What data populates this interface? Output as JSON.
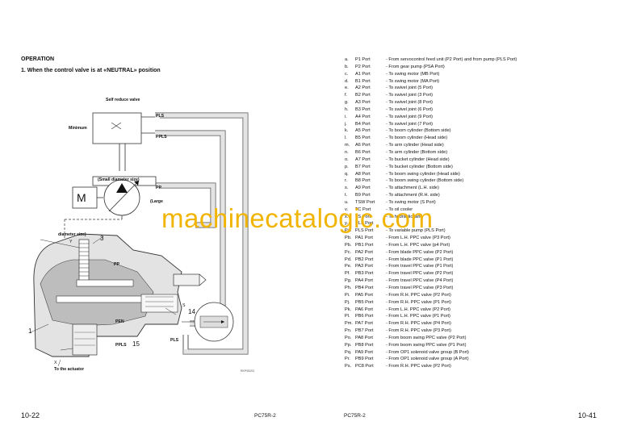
{
  "left": {
    "heading": "OPERATION",
    "subheading": "1.  When the control valve is at «NEUTRAL» position",
    "labels": {
      "self_reduce_valve": "Self reduce valve",
      "minimum": "Minimum",
      "pls_top": "PLS",
      "ppls": "PPLS",
      "small_diameter": "(Small diameter size)",
      "pp_top": "PP",
      "large": "(Large",
      "motor": "M",
      "diameter_size": "diameter size)",
      "y": "Y",
      "three": "3",
      "pp_mid": "PP",
      "pen": "PEN",
      "ppls_bottom": "PPLS",
      "fifteen": "15",
      "pls_bottom": "PLS",
      "fourteen": "14",
      "one": "1",
      "x": "X",
      "to_actuator": "To the actuator",
      "s": "S",
      "figure_code": "RKP05203"
    },
    "footer_page": "10-22",
    "footer_model": "PC75R-2"
  },
  "right": {
    "ports": [
      {
        "letter": "a.",
        "port": "P1 Port",
        "desc": "- From servocontrol feed unit (P2 Port) and from pump (PLS Port)"
      },
      {
        "letter": "b.",
        "port": "P2 Port",
        "desc": "- From gear pump (PSA Port)"
      },
      {
        "letter": "c.",
        "port": "A1 Port",
        "desc": "- To swing motor (MB Port)"
      },
      {
        "letter": "d.",
        "port": "B1 Port",
        "desc": "- To swing motor (MA Port)"
      },
      {
        "letter": "e.",
        "port": "A2 Port",
        "desc": "- To swivel joint (5 Port)"
      },
      {
        "letter": "f.",
        "port": "B2 Port",
        "desc": "- To swivel joint  (3 Port)"
      },
      {
        "letter": "g.",
        "port": "A3 Port",
        "desc": "- To swivel joint  (8 Port)"
      },
      {
        "letter": "h.",
        "port": "B3 Port",
        "desc": "- To swivel joint  (6 Port)"
      },
      {
        "letter": "i.",
        "port": "A4 Port",
        "desc": "- To swivel joint  (9 Port)"
      },
      {
        "letter": "j.",
        "port": "B4 Port",
        "desc": "- To swivel joint  (7 Port)"
      },
      {
        "letter": "k.",
        "port": "A5 Port",
        "desc": "- To boom cylinder (Bottom side)"
      },
      {
        "letter": "l.",
        "port": "B5 Port",
        "desc": "- To boom cylinder (Head side)"
      },
      {
        "letter": "m.",
        "port": "A6 Port",
        "desc": "- To arm cylinder (Head side)"
      },
      {
        "letter": "n.",
        "port": "B6 Port",
        "desc": "- To arm cylinder (Bottom side)"
      },
      {
        "letter": "o.",
        "port": "A7 Port",
        "desc": "- To bucket cylinder (Head side)"
      },
      {
        "letter": "p.",
        "port": "B7 Port",
        "desc": "- To bucket cylinder (Bottom side)"
      },
      {
        "letter": "q.",
        "port": "A8 Port",
        "desc": "- To boom swing cylinder (Head side)"
      },
      {
        "letter": "r.",
        "port": "B8 Port",
        "desc": "- To boom swing cylinder (Bottom side)"
      },
      {
        "letter": "s.",
        "port": "A9 Port",
        "desc": "- To attachment (L.H. side)"
      },
      {
        "letter": "t.",
        "port": "B9 Port",
        "desc": "- To attachment (R.H. side)"
      },
      {
        "letter": "u.",
        "port": "TSW Port",
        "desc": "- To swing motor (S Port)"
      },
      {
        "letter": "v.",
        "port": "TC Port",
        "desc": "- To oil cooler"
      },
      {
        "letter": "x.",
        "port": "TS Port",
        "desc": "- To hydraulic tank"
      },
      {
        "letter": "y.",
        "port": "PLS Port",
        "desc": ""
      },
      {
        "letter": "Pa.",
        "port": "PLS Port",
        "desc": "- To variable pump (PLS Port)"
      },
      {
        "letter": "Pb.",
        "port": "PA1 Port",
        "desc": "- From L.H. PPC valve (P3 Port)"
      },
      {
        "letter": "Pb.",
        "port": "PB1 Port",
        "desc": "- From L.H. PPC valve (p4 Port)"
      },
      {
        "letter": "Pc.",
        "port": "PA2 Port",
        "desc": "- From blade PPC valve (P2 Port)"
      },
      {
        "letter": "Pd.",
        "port": "PB2 Port",
        "desc": "- From blade PPC valve (P1 Port)"
      },
      {
        "letter": "Pe.",
        "port": "PA3 Port",
        "desc": "- From travel PPC valve (P1 Port)"
      },
      {
        "letter": "Pf.",
        "port": "PB3 Port",
        "desc": "- From travel PPC valve (P2 Port)"
      },
      {
        "letter": "Pg.",
        "port": "PA4 Port",
        "desc": "- From travel PPC valve (P4 Port)"
      },
      {
        "letter": "Ph.",
        "port": "PB4 Port",
        "desc": "- From travel PPC valve (P3 Port)"
      },
      {
        "letter": "Pi.",
        "port": "PA5 Port",
        "desc": "- From R.H. PPC valve (P2 Port)"
      },
      {
        "letter": "Pj.",
        "port": "PB5 Port",
        "desc": "- From R.H. PPC valve (P1 Port)"
      },
      {
        "letter": "Pk.",
        "port": "PA6 Port",
        "desc": "- From L.H. PPC valve (P2 Port)"
      },
      {
        "letter": "Pl.",
        "port": "PB6 Port",
        "desc": "- From L.H. PPC valve (P1 Port)"
      },
      {
        "letter": "Pm.",
        "port": "PA7 Port",
        "desc": "- From R.H. PPC valve (P4 Port)"
      },
      {
        "letter": "Pn.",
        "port": "PB7 Port",
        "desc": "- From R.H. PPC valve (P3 Port)"
      },
      {
        "letter": "Po.",
        "port": "PA8 Port",
        "desc": "- From boom swing PPC valve (P2 Port)"
      },
      {
        "letter": "Pp.",
        "port": "PB8 Port",
        "desc": "- From boom swing PPC valve (P1 Port)"
      },
      {
        "letter": "Pq.",
        "port": "PA9 Port",
        "desc": "- From OP1 solenoid valve group (B Port)"
      },
      {
        "letter": "Pr.",
        "port": "PB9 Port",
        "desc": "- From OP1 solenoid valve group (A Port)"
      },
      {
        "letter": "Ps.",
        "port": "PC8 Port",
        "desc": "- From R.H. PPC valve (P2 Port)"
      }
    ],
    "footer_model": "PC75R-2",
    "footer_page": "10-41"
  },
  "watermark": "machinecatalogic.com"
}
